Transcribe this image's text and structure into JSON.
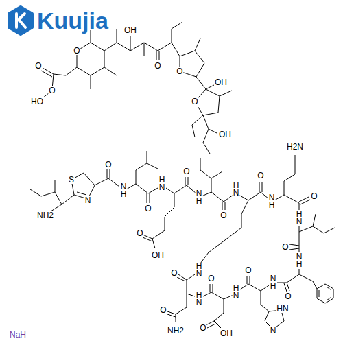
{
  "diagram": {
    "labels": [
      "Kuujia",
      "O",
      "OH",
      "O",
      "O",
      "OH",
      "O",
      "OH",
      "O",
      "O",
      "HO",
      "S",
      "N",
      "NH2",
      "O",
      "N H",
      "O",
      "H N",
      "O",
      "OH",
      "O",
      "N H",
      "O",
      "H N",
      "O",
      "N H",
      "H2N",
      "O",
      "H N",
      "O",
      "N H",
      "O",
      "N H",
      "O",
      "HN",
      "N",
      "H N",
      "O",
      "OH",
      "O",
      "H N",
      "O",
      "NH2",
      "O",
      "H N",
      "NaH"
    ]
  }
}
